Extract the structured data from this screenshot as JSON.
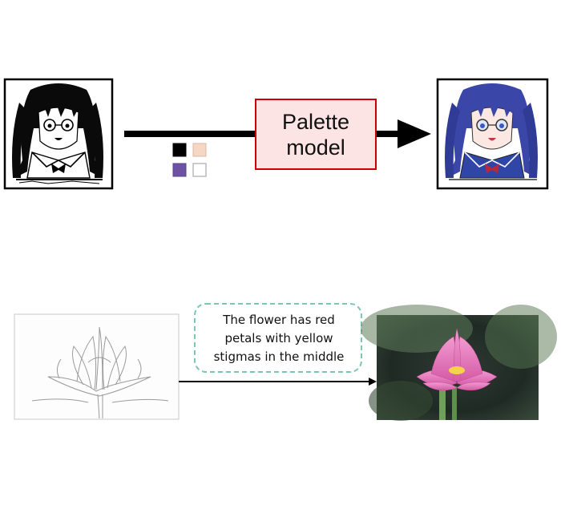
{
  "palette_model": {
    "line1": "Palette",
    "line2": "model"
  },
  "palette_swatches": [
    "#000000",
    "#f6d7c6",
    "#6d52a3",
    "#ffffff"
  ],
  "caption": {
    "line1": "The flower has red",
    "line2": "petals with yellow",
    "line3": "stigmas in the middle"
  },
  "colors": {
    "model_box_border": "#cc0000",
    "model_box_fill": "#fde4e4",
    "caption_border": "#7cc6b5",
    "arrow": "#000000"
  },
  "icons": {
    "top_input": "lineart-anime-girl-icon",
    "top_output": "colored-anime-girl-icon",
    "bottom_input": "flower-sketch-icon",
    "bottom_output": "pink-lotus-photo-icon"
  }
}
